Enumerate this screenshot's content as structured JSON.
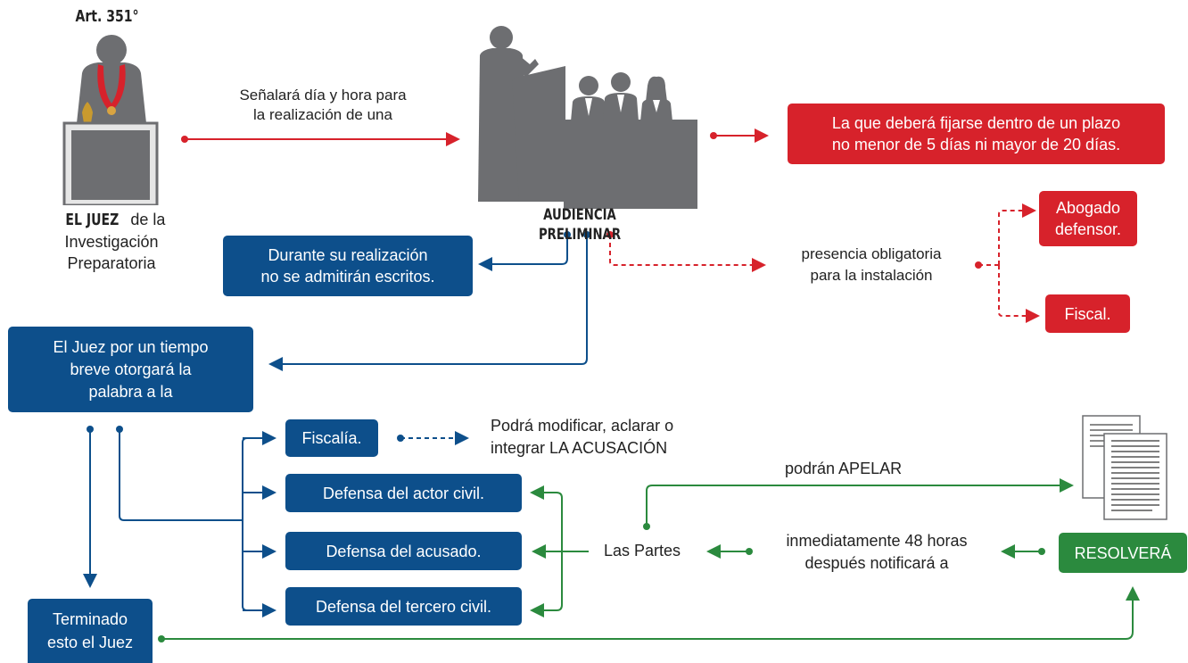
{
  "article": "Art. 351°",
  "judge": {
    "title_bold": "EL JUEZ",
    "title_rest": " de la",
    "line2": "Investigación",
    "line3": "Preparatoria"
  },
  "arrow_text_1": {
    "line1": "Señalará día y hora para",
    "line2": "la realización de una"
  },
  "hearing_label": "AUDIENCIA PRELIMINAR",
  "deadline_box": {
    "line1": "La que deberá fijarse dentro de un plazo",
    "line2": "no menor de 5 días ni mayor de 20 días."
  },
  "no_writings_box": {
    "line1": "Durante su realización",
    "line2": "no se admitirán escritos."
  },
  "presence": {
    "line1": "presencia obligatoria",
    "line2": "para la instalación"
  },
  "lawyer_box": {
    "line1": "Abogado",
    "line2": "defensor."
  },
  "prosecutor_box": "Fiscal.",
  "judge_speak_box": {
    "line1": "El Juez por un tiempo",
    "line2": "breve otorgará la",
    "line3": "palabra a la"
  },
  "parties_boxes": [
    "Fiscalía.",
    "Defensa del actor civil.",
    "Defensa del acusado.",
    "Defensa del tercero civil."
  ],
  "modify_text": {
    "line1": "Podrá modificar, aclarar o",
    "line2": "integrar LA ACUSACIÓN"
  },
  "appeal_text": "podrán APELAR",
  "las_partes": "Las Partes",
  "notify_text": {
    "line1": "inmediatamente 48 horas",
    "line2": "después notificará a"
  },
  "resolve_box": "RESOLVERÁ",
  "end_box": {
    "line1": "Terminado",
    "line2": "esto el Juez"
  },
  "colors": {
    "blue": "#0d4f8b",
    "red": "#d7222b",
    "green": "#2b8a3e",
    "gray": "#6d6e71"
  }
}
